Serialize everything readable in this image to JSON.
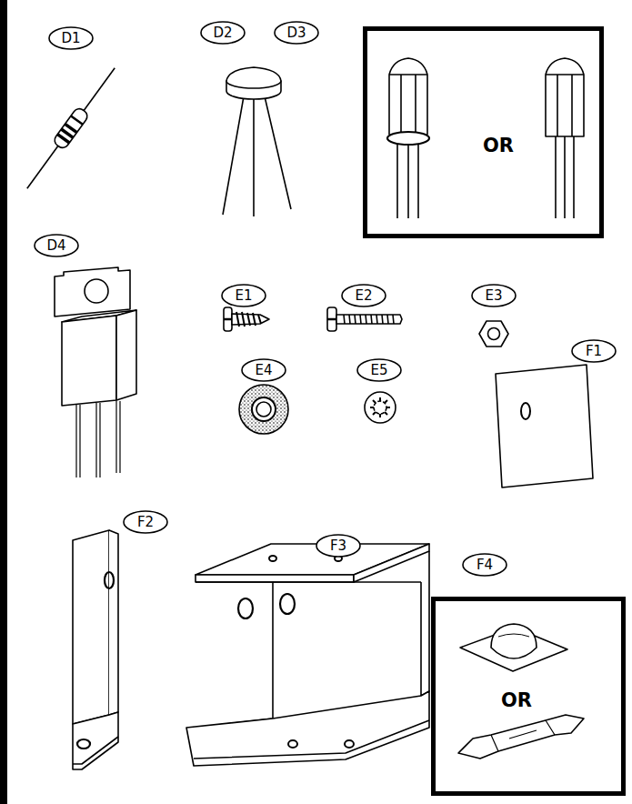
{
  "diagram": {
    "nodes": [
      {
        "text": [
          "D1"
        ]
      },
      {
        "text": [
          "D2"
        ]
      },
      {
        "text": [
          "D3"
        ]
      },
      {
        "text": [
          "OR"
        ]
      },
      {
        "text": [
          "D4"
        ]
      },
      {
        "text": [
          "E1"
        ]
      },
      {
        "text": [
          "E2"
        ]
      },
      {
        "text": [
          "E3"
        ]
      },
      {
        "text": [
          "F1"
        ]
      },
      {
        "text": [
          "E4"
        ]
      },
      {
        "text": [
          "E5"
        ]
      },
      {
        "text": [
          "F2"
        ]
      },
      {
        "text": [
          "F3"
        ]
      },
      {
        "text": [
          "F4"
        ]
      },
      {
        "text": [
          "OR"
        ]
      }
    ]
  }
}
